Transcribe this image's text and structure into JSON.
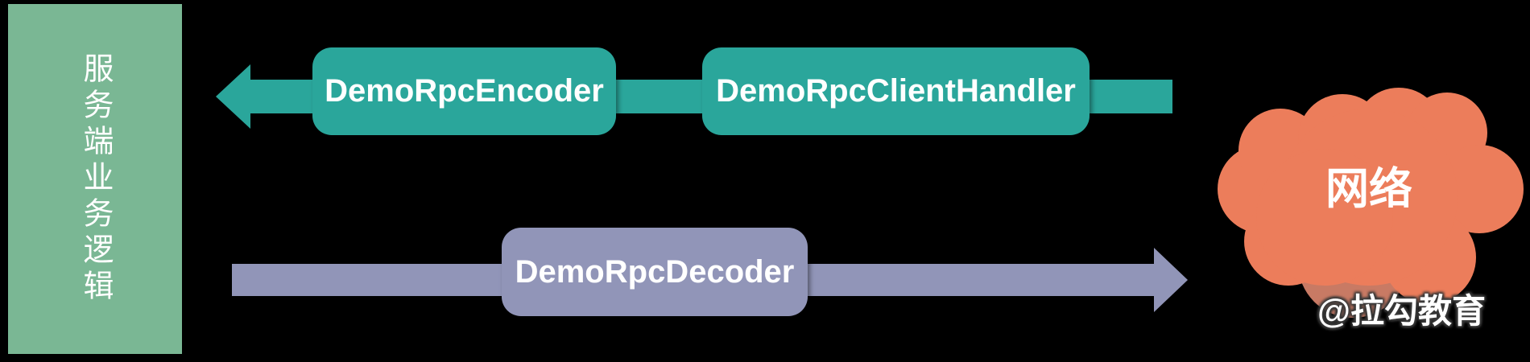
{
  "colors": {
    "background": "#000000",
    "green": "#7ab794",
    "teal": "#2aa69b",
    "purple": "#9195b8",
    "orange": "#ec7d5b",
    "orange_shadow": "#c87a64",
    "text": "#ffffff"
  },
  "sidebar": {
    "label": "服务端业务逻辑"
  },
  "top_flow": {
    "encoder_label": "DemoRpcEncoder",
    "handler_label": "DemoRpcClientHandler"
  },
  "bottom_flow": {
    "decoder_label": "DemoRpcDecoder"
  },
  "cloud": {
    "label": "网络"
  },
  "watermark": {
    "label": "@拉勾教育"
  }
}
